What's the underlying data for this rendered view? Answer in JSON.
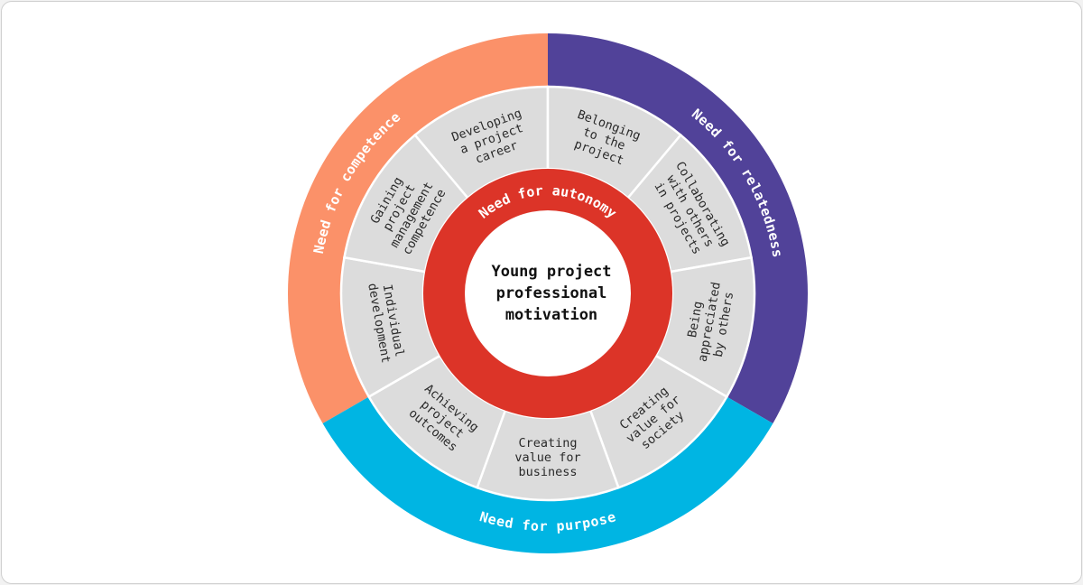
{
  "diagram": {
    "center": {
      "lines": [
        "Young project",
        "professional",
        "motivation"
      ]
    },
    "autonomy": {
      "label": "Need for autonomy",
      "color": "#dc3428"
    },
    "outer_segments": [
      {
        "id": "competence",
        "label": "Need for competence",
        "color": "#fb9169"
      },
      {
        "id": "relatedness",
        "label": "Need for relatedness",
        "color": "#514299"
      },
      {
        "id": "purpose",
        "label": "Need for purpose",
        "color": "#00b5e3"
      }
    ],
    "middle_segments": [
      {
        "id": "developing-career",
        "lines": [
          "Developing",
          "a project",
          "career"
        ]
      },
      {
        "id": "belonging",
        "lines": [
          "Belonging",
          "to the",
          "project"
        ]
      },
      {
        "id": "collaborating",
        "lines": [
          "Collaborating",
          "with others",
          "in projects"
        ]
      },
      {
        "id": "appreciated",
        "lines": [
          "Being",
          "appreciated",
          "by others"
        ]
      },
      {
        "id": "value-society",
        "lines": [
          "Creating",
          "value for",
          "society"
        ]
      },
      {
        "id": "value-business",
        "lines": [
          "Creating",
          "value for",
          "business"
        ]
      },
      {
        "id": "project-outcomes",
        "lines": [
          "Achieving",
          "project",
          "outcomes"
        ]
      },
      {
        "id": "individual-development",
        "lines": [
          "Individual",
          "development"
        ]
      },
      {
        "id": "pm-competence",
        "lines": [
          "Gaining",
          "project",
          "management",
          "competence"
        ]
      }
    ],
    "middle_color": "#dcdcdc"
  }
}
